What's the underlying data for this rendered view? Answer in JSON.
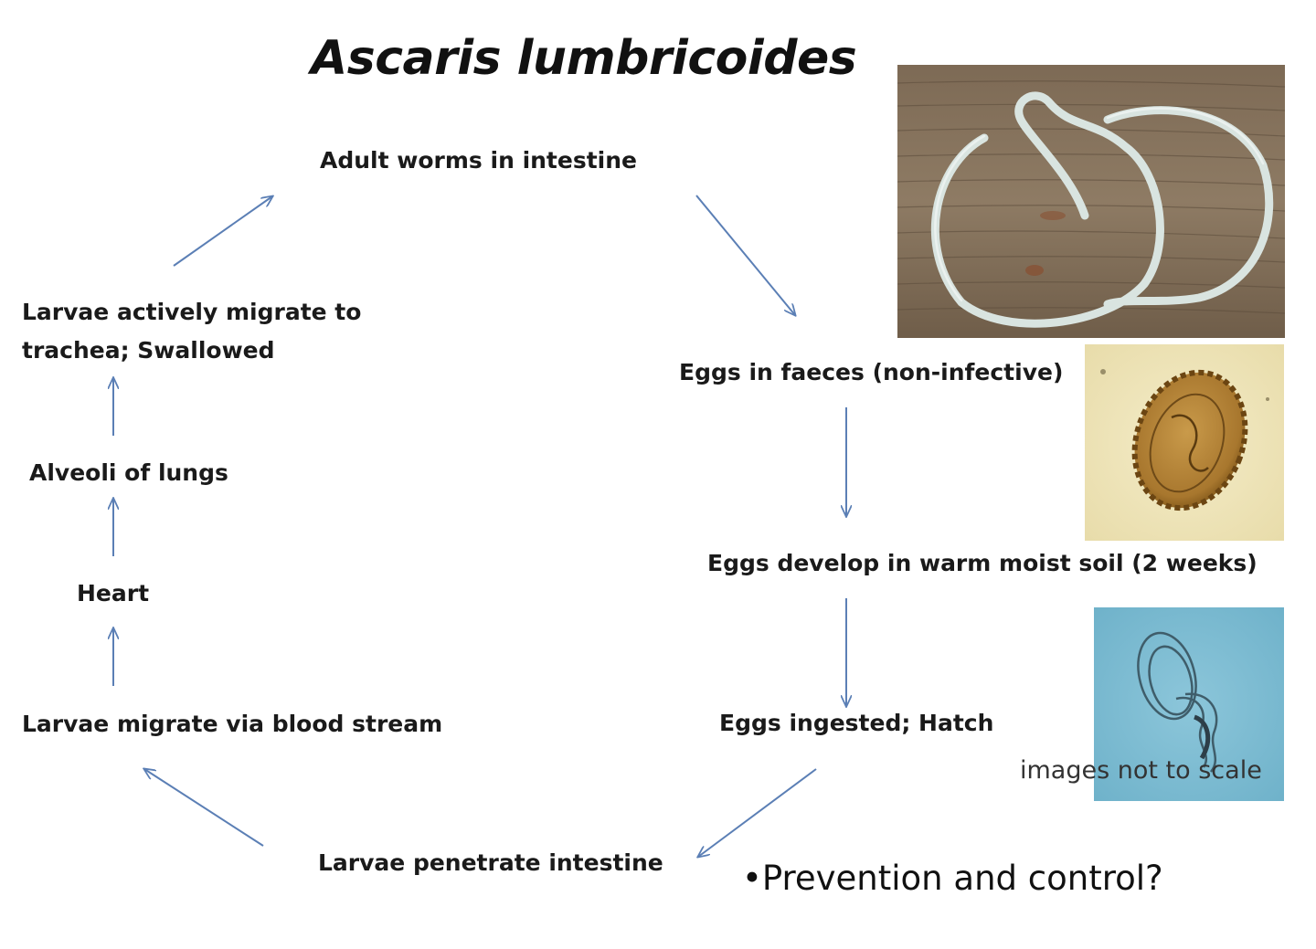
{
  "title": "Ascaris lumbricoides",
  "steps": {
    "adult_worms": "Adult worms in intestine",
    "eggs_faeces": "Eggs in faeces (non-infective)",
    "eggs_develop": "Eggs develop in warm moist soil (2 weeks)",
    "eggs_ingested": "Eggs ingested; Hatch",
    "larvae_penetrate": "Larvae penetrate intestine",
    "larvae_blood": "Larvae migrate via blood stream",
    "heart": "Heart",
    "alveoli": "Alveoli of lungs",
    "trachea_line1": "Larvae actively migrate to",
    "trachea_line2": "trachea; Swallowed"
  },
  "images": {
    "adult_worm": "adult-worm-photo",
    "egg": "egg-micrograph",
    "larva": "larva-micrograph"
  },
  "caption": "images not to scale",
  "bullet": "•Prevention and control?",
  "colors": {
    "arrow": "#5b7fb5",
    "text": "#1a1a1a"
  }
}
